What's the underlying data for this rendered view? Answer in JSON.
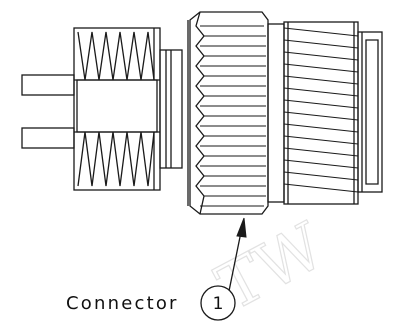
{
  "callout": {
    "label": "Connector",
    "number": "1"
  },
  "watermark": {
    "text": "TW"
  },
  "icons": {
    "part": "connector-part-icon",
    "arrow": "leader-arrow-icon"
  }
}
